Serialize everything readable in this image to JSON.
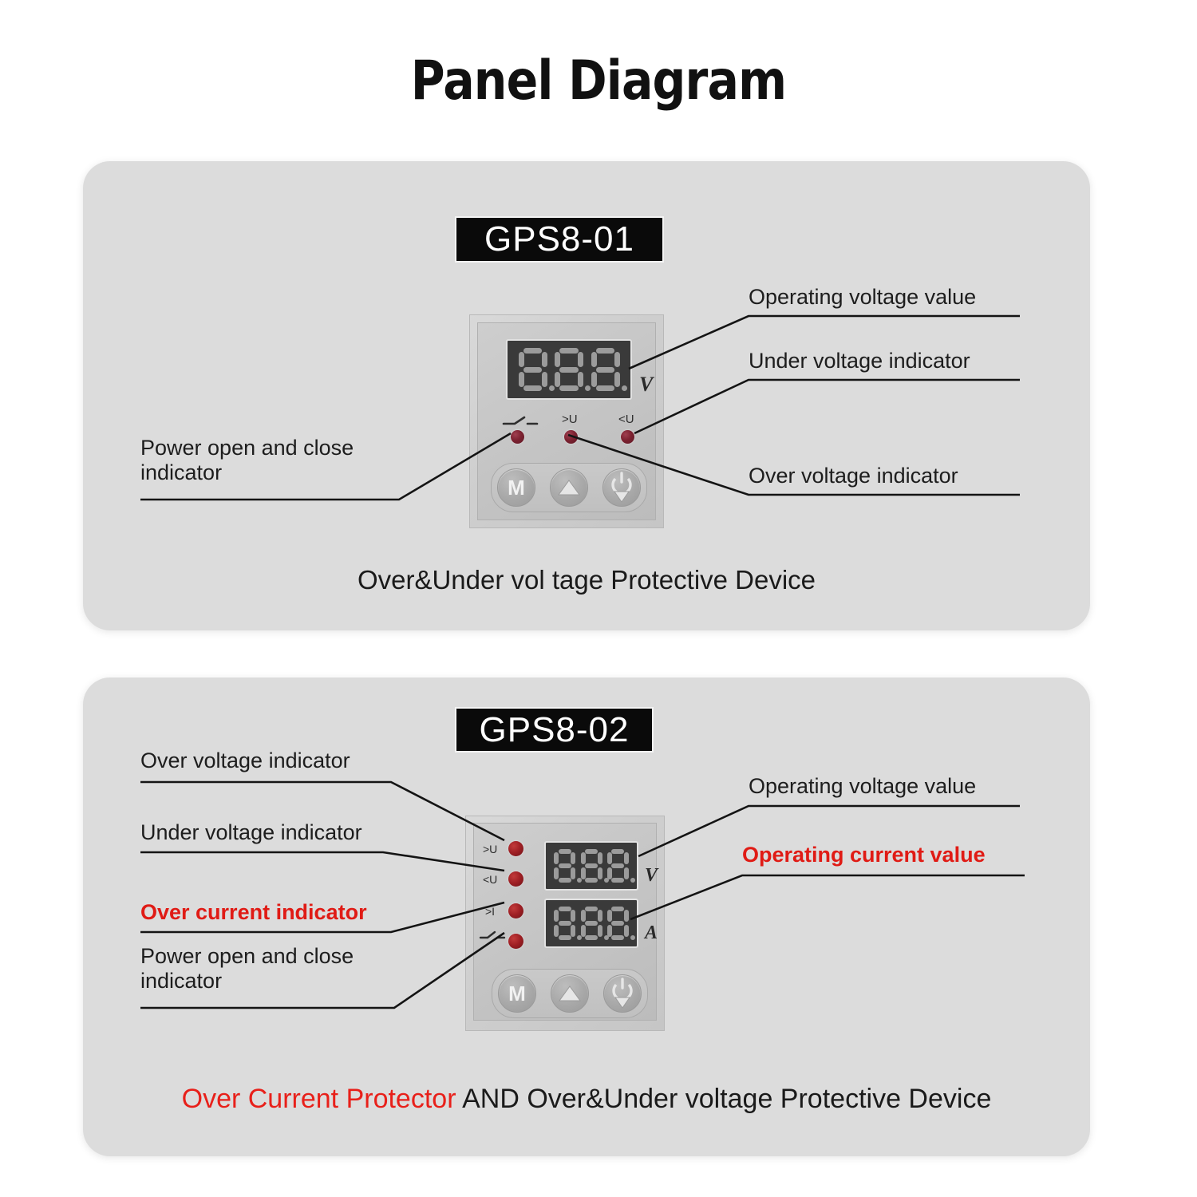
{
  "title": "Panel Diagram",
  "panels": [
    {
      "model": "GPS8-01",
      "caption": "Over&Under vol tage Protective Device",
      "device": {
        "display_value": "8.8.8.",
        "unit_v": "V",
        "indicators": [
          {
            "tag": "switch",
            "name": "power-open-close"
          },
          {
            "tag": ">U",
            "name": "over-voltage"
          },
          {
            "tag": "<U",
            "name": "under-voltage"
          }
        ],
        "buttons": [
          {
            "label": "M",
            "name": "mode-button"
          },
          {
            "label": "up",
            "name": "up-button"
          },
          {
            "label": "power",
            "name": "power-button"
          }
        ]
      },
      "callouts_left": [
        {
          "text": "Power open and close\nindicator",
          "color": "black"
        }
      ],
      "callouts_right": [
        {
          "text": "Operating voltage value",
          "color": "black"
        },
        {
          "text": "Under voltage indicator",
          "color": "black"
        },
        {
          "text": "Over voltage indicator",
          "color": "black"
        }
      ]
    },
    {
      "model": "GPS8-02",
      "caption_red": "Over Current Protector",
      "caption_rest": " AND Over&Under voltage Protective Device",
      "device": {
        "display_v_value": "8.8.8.",
        "display_a_value": "8.8.8.",
        "unit_v": "V",
        "unit_a": "A",
        "indicators": [
          {
            "tag": ">U",
            "name": "over-voltage"
          },
          {
            "tag": "<U",
            "name": "under-voltage"
          },
          {
            "tag": ">I",
            "name": "over-current"
          },
          {
            "tag": "switch",
            "name": "power-open-close"
          }
        ],
        "buttons": [
          {
            "label": "M",
            "name": "mode-button"
          },
          {
            "label": "up",
            "name": "up-button"
          },
          {
            "label": "power",
            "name": "power-button"
          }
        ]
      },
      "callouts_left": [
        {
          "text": "Over voltage indicator",
          "color": "black"
        },
        {
          "text": "Under voltage indicator",
          "color": "black"
        },
        {
          "text": "Over current indicator",
          "color": "red"
        },
        {
          "text": "Power open and close\nindicator",
          "color": "black"
        }
      ],
      "callouts_right": [
        {
          "text": "Operating voltage value",
          "color": "black"
        },
        {
          "text": "Operating current value",
          "color": "red"
        }
      ]
    }
  ],
  "colors": {
    "panel_bg": "#dcdcdc",
    "page_bg": "#ffffff",
    "accent_red": "#e01b15",
    "badge_bg": "#0a0a0a",
    "led": "#7d2231",
    "display_bg": "#3a3a3a",
    "segment_off": "#9b9b9b"
  }
}
